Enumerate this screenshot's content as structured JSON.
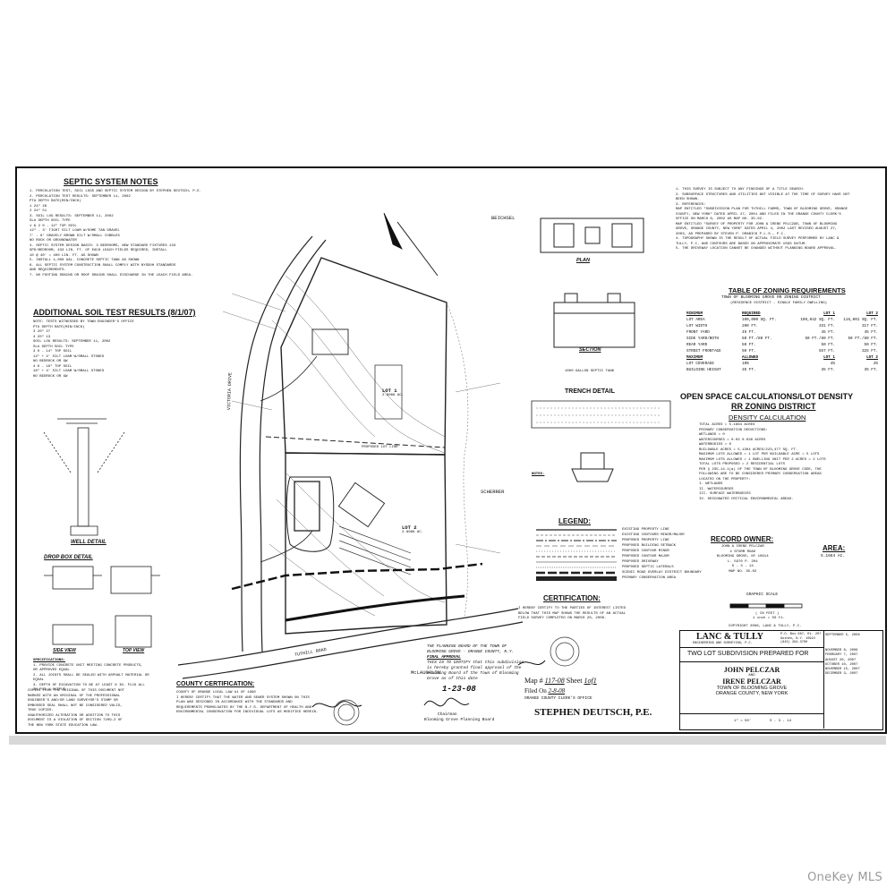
{
  "watermark": "OneKey MLS",
  "septic": {
    "title": "SEPTIC SYSTEM NOTES",
    "lines": [
      "1.  PERCOLATION TEST, SOIL LOGS AND SEPTIC SYSTEM DESIGN BY STEPHEN DEUTSCH, P.E.",
      "2.  PERCOLATION TEST RESULTS: SEPTEMBER 11, 2002",
      "     PT#      DEPTH      RATE(MIN/INCH)",
      "      1        24\"          26",
      "      2        24\"          51",
      "3.  SOIL LOG RESULTS: SEPTEMBER 11, 2002",
      "     SL#      DEPTH        SOIL TYPE",
      "     1 & 2    0 - 12\"     TOP SOIL",
      "              12\" - 3'    TIGHT SILT LOAM W/SOME TAN GRAVEL",
      "              7' - 8'     GRAVELY BROWN SILT W/SMALL COBBLES",
      "                          NO ROCK OR GROUNDWATER",
      "4.  SEPTIC SYSTEM DESIGN BASIS: 3 BEDROOMS, NEW STANDARD FIXTURES 133",
      "    GPD/BEDROOM, 433 LIN. FT. OF EACH LEACH FIELDS REQUIRED, INSTALL",
      "    10 @ 40' = 400 LIN. FT. AS SHOWN",
      "5.  INSTALL 1,000 GAL. CONCRETE SEPTIC TANK AS SHOWN",
      "6.  ALL SEPTIC SYSTEM CONSTRUCTION SHALL COMPLY WITH NYSDOH STANDARDS",
      "    AND REQUIREMENTS.",
      "7.  NO FOOTING DRAINS OR ROOF DRAINS SHALL DISCHARGE IN THE LEACH FIELD AREA."
    ]
  },
  "soil": {
    "title": "ADDITIONAL SOIL TEST RESULTS (8/1/07)",
    "lines": [
      "NOTE: TESTS WITNESSED BY TOWN ENGINEER'S OFFICE",
      "     PT#      DEPTH      RATE(MIN/INCH)",
      "      3        20\"          27",
      "      4        20\"          13",
      "SOIL LOG RESULTS: SEPTEMBER 11, 2002",
      "     SL#      DEPTH        SOIL TYPE",
      "      3       0 - 14\"     TOP SOIL",
      "              14\" + 4'    SILT LOAM W/SMALL STONES",
      "                          NO BEDROCK OR GW",
      "      4       0 - 16\"     TOP SOIL",
      "              16\" + 4'    SILT LOAM W/SMALL STONES",
      "                          NO BEDROCK OR GW"
    ]
  },
  "details": {
    "well": "WELL DETAIL",
    "drop_box": "DROP BOX DETAIL",
    "side_view": "SIDE VIEW",
    "top_view": "TOP VIEW",
    "specs_title": "SPECIFICATIONS:",
    "specs": [
      "1. PROVIDE CONCRETE UNIT MEETING CONCRETE PRODUCTS,",
      "   OR APPROVED EQUAL",
      "2. ALL JOINTS SHALL BE SEALED WITH ASPHALT MATERIAL OR",
      "   EQUAL",
      "3. DEPTH OF EXCAVATION TO BE AT LEAST 6 IN. FLUX ALL",
      "   IN-PUT / OUTPUT"
    ],
    "copies_note": [
      "COPIES FROM THE ORIGINAL OF THIS DOCUMENT NOT",
      "MARKED WITH AN ORIGINAL OF THE PROFESSIONAL",
      "ENGINEER'S AND/OR LAND SURVEYOR'S STAMP OR",
      "EMBOSSED SEAL SHALL NOT BE CONSIDERED VALID,",
      "TRUE COPIES.",
      "",
      "UNAUTHORIZED ALTERATION OR ADDITION TO THIS",
      "DOCUMENT IS A VIOLATION OF SECTION 7209-2 OF",
      "THE NEW YORK STATE EDUCATION LAW."
    ]
  },
  "plan_labels": {
    "victoria_drive": "VICTORIA DRIVE",
    "tuthill_road": "TUTHILL ROAD",
    "lot1": "LOT 1",
    "lot1_area": "2.8066 AC.",
    "lot2": "LOT 2",
    "lot2_area": "2.8066 AC.",
    "proposed_lot_line": "PROPOSED LOT LINE",
    "mclaughlin": "McLAUGHLIN",
    "scherrer": "SCHERRER",
    "beichsel": "BEICHSEL"
  },
  "tank": {
    "plan": "PLAN",
    "section": "SECTION",
    "caption": "1000 GALLON SEPTIC TANK",
    "trench": "TRENCH DETAIL",
    "notes": "NOTES:"
  },
  "legend": {
    "title": "LEGEND:",
    "items": [
      "EXISTING PROPERTY LINE",
      "EXISTING CONTOURS MINOR/MAJOR",
      "PROPOSED PROPERTY LINE",
      "PROPOSED BUILDING SETBACK",
      "PROPOSED CONTOUR MINOR",
      "PROPOSED CONTOUR MAJOR",
      "PROPOSED DRIVEWAY",
      "PROPOSED SEPTIC LATERALS",
      "SCENIC ROAD OVERLAY DISTRICT BOUNDARY",
      "PRIMARY CONSERVATION AREA"
    ]
  },
  "certification": {
    "title": "CERTIFICATION:",
    "lines": [
      "I HEREBY CERTIFY TO THE PARTIES OF INTEREST LISTED",
      "BELOW THAT THIS MAP SHOWS THE RESULTS OF AN ACTUAL",
      "FIELD SURVEY COMPLETED ON MARCH 20, 2006."
    ]
  },
  "planning": {
    "lines": [
      "THE PLANNING BOARD OF THE TOWN OF",
      "BLOOMING GROVE - ORANGE COUNTY, N.Y.",
      "FINAL APPROVAL",
      "THIS IS TO CERTIFY that this subdivision",
      "is hereby granted final approval of the",
      "Planning Board of the Town of Blooming",
      "Grove as of this date"
    ],
    "date": "1-23-08",
    "chairman": "Chairman",
    "board": "Blooming Grove Planning Board"
  },
  "county": {
    "title": "COUNTY CERTIFICATION:",
    "lines": [
      "COUNTY OF ORANGE LOCAL LAW #1 OF 1990",
      "I HEREBY CERTIFY THAT THE WATER AND SEWER SYSTEM SHOWN ON THIS",
      "PLAN WAS DESIGNED IN ACCORDANCE WITH THE STANDARDS AND",
      "REQUIREMENTS PROMULGATED BY THE N.Y.S. DEPARTMENT OF HEALTH AND",
      "ENVIRONMENTAL CONSERVATION FOR INDIVIDUAL LOTS AS MODIFIED HEREIN."
    ]
  },
  "filing": {
    "map_label": "Map #",
    "map_no": "117-08",
    "sheet_label": "Sheet",
    "sheet_no": "1of1",
    "filed_label": "Filed On",
    "filed_date": "2-8-08",
    "office": "ORANGE COUNTY CLERK'S OFFICE",
    "engineer": "STEPHEN DEUTSCH, P.E."
  },
  "notes": {
    "lines": [
      "1.  THIS SURVEY IS SUBJECT TO ANY FINDINGS OF A TITLE SEARCH.",
      "2.  SUBSURFACE STRUCTURES AND UTILITIES NOT VISIBLE AT THE TIME OF SURVEY HAVE NOT",
      "    BEEN SHOWN.",
      "3.  REFERENCES:",
      "    MAP ENTITLED \"SUBDIVISION PLAN FOR TUTHILL FARMS, TOWN OF BLOOMING GROVE, ORANGE",
      "    COUNTY, NEW YORK\" DATED APRIL 27, 2001 AND FILED IN THE ORANGE COUNTY CLERK'S",
      "    OFFICE ON MARCH 6, 2002 AS MAP NO. 35-02.",
      "    MAP ENTITLED \"SURVEY OF PROPERTY FOR JOHN & IRENE PELCZAR, TOWN OF BLOOMING",
      "    GROVE, ORANGE COUNTY, NEW YORK\" DATED APRIL 4, 2002 LAST REVISED AUGUST 27,",
      "    2003, AS PREPARED BY STEVEN P. DRABICK P.L.S., P.C.",
      "4.  TOPOGRAPHY SHOWN IS THE RESULT OF ACTUAL FIELD SURVEY PERFORMED BY LANC &",
      "    TULLY, P.C. AND CONTOURS ARE BASED ON APPROXIMATE USGS DATUM.",
      "5.  THE DRIVEWAY LOCATION CANNOT BE CHANGED WITHOUT PLANNING BOARD APPROVAL."
    ]
  },
  "zoning": {
    "title": "TABLE OF ZONING REQUIREMENTS",
    "subtitle1": "TOWN OF BLOOMING GROVE RR ZONING DISTRICT",
    "subtitle2": "(RESIDENCE DISTRICT - SINGLE FAMILY DWELLING)",
    "headers": [
      "MINIMUM",
      "REQUIRED",
      "LOT 1",
      "LOT 2"
    ],
    "rows": [
      [
        "LOT AREA",
        "100,000 SQ. FT.",
        "109,042 SQ. FT.",
        "116,001 SQ. FT."
      ],
      [
        "LOT WIDTH",
        "200 FT.",
        "331 FT.",
        "317 FT."
      ],
      [
        "FRONT YARD",
        "45 FT.",
        "45 FT.",
        "45 FT."
      ],
      [
        "SIDE YARD/BOTH",
        "50 FT./80 FT.",
        "50 FT./80 FT.",
        "50 FT./80 FT."
      ],
      [
        "REAR YARD",
        "50 FT.",
        "50 FT.",
        "50 FT."
      ],
      [
        "STREET FRONTAGE",
        "50 FT.",
        "557 FT.",
        "325 FT."
      ]
    ],
    "max_headers": [
      "MAXIMUM",
      "ALLOWED",
      "LOT 1",
      "LOT 2"
    ],
    "max_rows": [
      [
        "LOT COVERAGE",
        "10%",
        "4%",
        "2%"
      ],
      [
        "BUILDING HEIGHT",
        "35 FT.",
        "35 FT.",
        "35 FT."
      ]
    ]
  },
  "openspace": {
    "title1": "OPEN SPACE CALCULATIONS/LOT DENSITY",
    "title2": "RR ZONING DISTRICT",
    "density": "DENSITY CALCULATION",
    "lines": [
      "TOTAL ACRES =            5.1664 ACRES",
      "PRIMARY CONSERVATION DEDUCTIONS:",
      "      WETLANDS = 0",
      "      WATERCOURSES = 0.03        0.036 ACRES",
      "      WATERBODIES = 0",
      "",
      "BUILDABLE ACRES =        5.1304 ACRES/223,477 SQ. FT.",
      "MAXIMUM LOTS ALLOWED =   1 LOT PER BUILDABLE ACRE = 5 LOTS",
      "MAXIMUM LOTS ALLOWED =   1 DWELLING UNIT PER 2 ACRES = 2 LOTS",
      "                         TOTAL LOTS PROPOSED = 2 RESIDENTIAL LOTS",
      "",
      "PER § 235-14.1(a) OF THE TOWN OF BLOOMING GROVE CODE, THE",
      "FOLLOWING ARE TO BE CONSIDERED PRIMARY CONSERVATION AREAS",
      "LOCATED ON THE PROPERTY:",
      "   I.   WETLANDS",
      "   II.  WATERCOURSES",
      "   III. SURFACE WATERBODIES",
      "   IV.  DESIGNATED CRITICAL ENVIRONMENTAL AREAS."
    ]
  },
  "record_owner": {
    "title": "RECORD OWNER:",
    "lines": [
      "JOHN & IRENE PELCZAR",
      "4 STORM ROAD",
      "BLOOMING GROVE, NY 10914",
      "L. 5970  P. 204",
      "S - 3 - 14",
      "MAP NO. 35-02"
    ]
  },
  "area": {
    "title": "AREA:",
    "value": "5.1664 AC."
  },
  "scale": {
    "title": "GRAPHIC SCALE",
    "caption": "( IN FEET )",
    "ratio": "1 inch = 50 ft."
  },
  "copyright": "COPYRIGHT 2006, LANC & TULLY, P.C.",
  "titleblock": {
    "firm": "LANC & TULLY",
    "firm_sub": "ENGINEERING AND SURVEYING, P.C.",
    "firm_addr": "P.O. Box 687, Rt. 207\nGoshen, N.Y. 10924\n(845) 294-3700",
    "project": "TWO LOT SUBDIVISION PREPARED FOR",
    "owner1": "JOHN PELCZAR",
    "and": "AND",
    "owner2": "IRENE PELCZAR",
    "town": "TOWN OF BLOOMING GROVE",
    "county": "ORANGE COUNTY, NEW YORK",
    "revisions": [
      "SEPTEMBER 5, 2006",
      "NOVEMBER 8, 2006",
      "FEBRUARY 7, 2007",
      "AUGUST 20, 2007",
      "OCTOBER 10, 2007",
      "NOVEMBER 15, 2007",
      "DECEMBER 3, 2007"
    ],
    "scale_label": "1\" = 50'",
    "tax_id": "S - 3 - 14"
  }
}
